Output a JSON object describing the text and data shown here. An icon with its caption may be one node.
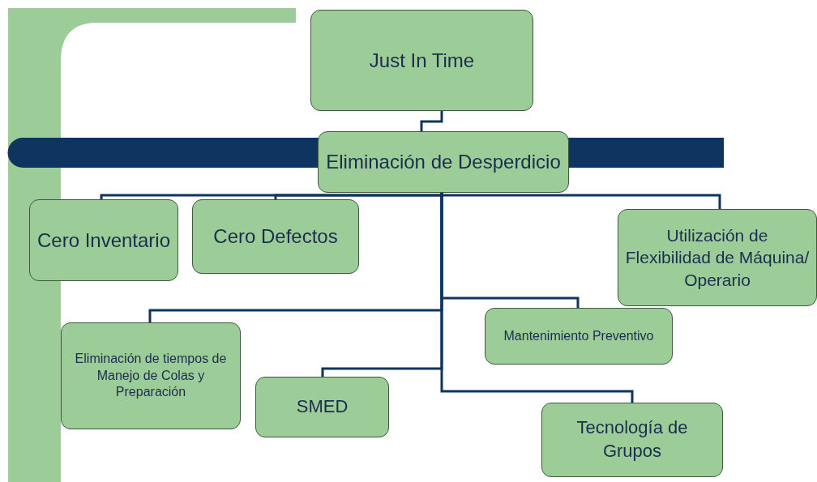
{
  "diagram": {
    "nodes": [
      {
        "text": [
          "Just In Time"
        ]
      },
      {
        "text": [
          "Eliminación de Desperdicio"
        ]
      },
      {
        "text": [
          "Cero Inventario"
        ]
      },
      {
        "text": [
          "Cero Defectos"
        ]
      },
      {
        "text": [
          "Utilización de Flexibilidad de Máquina/ Operario"
        ]
      },
      {
        "text": [
          "Mantenimiento Preventivo"
        ]
      },
      {
        "text": [
          "Eliminación de tiempos de Manejo de Colas y Preparación"
        ]
      },
      {
        "text": [
          "SMED"
        ]
      },
      {
        "text": [
          "Tecnología de Grupos"
        ]
      }
    ],
    "edges": [
      {
        "from": 0,
        "to": 1,
        "arrow": "none"
      },
      {
        "from": 1,
        "to": 2,
        "arrow": "none"
      },
      {
        "from": 1,
        "to": 3,
        "arrow": "none"
      },
      {
        "from": 1,
        "to": 4,
        "arrow": "none"
      },
      {
        "from": 1,
        "to": 5,
        "arrow": "none"
      },
      {
        "from": 1,
        "to": 6,
        "arrow": "none"
      },
      {
        "from": 1,
        "to": 7,
        "arrow": "none"
      },
      {
        "from": 1,
        "to": 8,
        "arrow": "none"
      }
    ]
  }
}
